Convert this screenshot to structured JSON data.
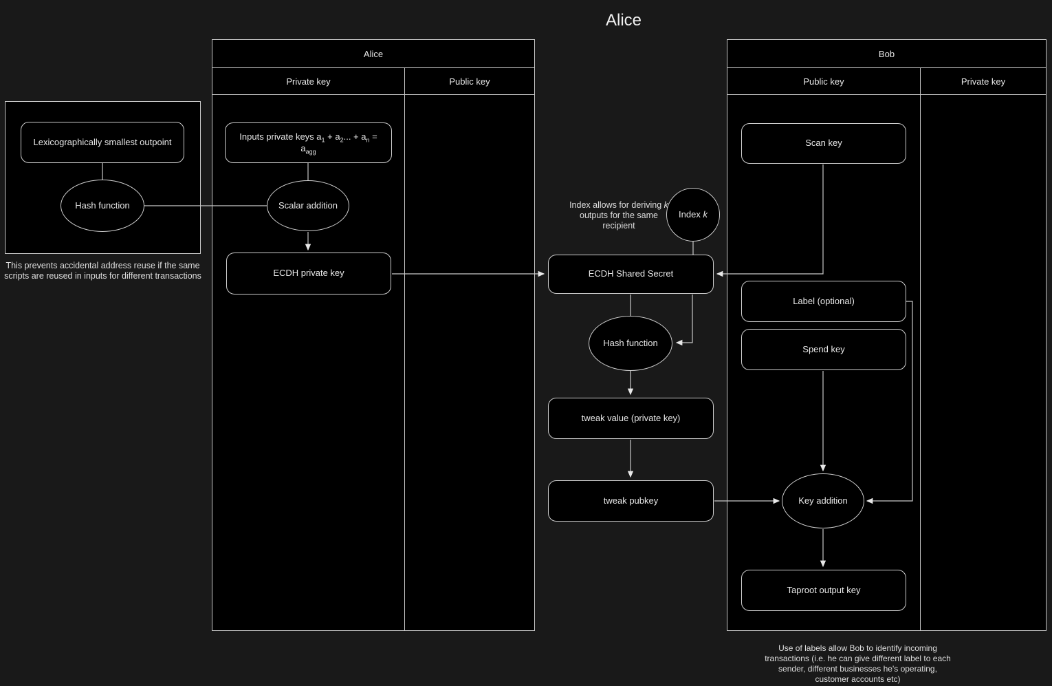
{
  "page": {
    "title": "Alice"
  },
  "colors": {
    "background": "#191919",
    "panel_fill": "#000000",
    "border": "#c9c9c9",
    "text": "#e8e8e8"
  },
  "left_panel": {
    "outpoint_label": "Lexicographically smallest outpoint",
    "hash_label": "Hash function",
    "caption_lines": [
      "This prevents accidental address reuse if the same",
      "scripts are reused in inputs for different transactions"
    ]
  },
  "alice": {
    "header": "Alice",
    "col_left": "Private key",
    "col_right": "Public key",
    "inputs_label": {
      "pre": "Inputs private keys a",
      "sub1": "1",
      "mid1": " + a",
      "sub2": "2",
      "mid2": "... + a",
      "sub3": "n",
      "mid3": " = a",
      "sub4": "agg"
    },
    "scalar_label": "Scalar addition",
    "ecdh_priv_label": "ECDH private key"
  },
  "middle": {
    "annotation": {
      "line1_pre": "Index allows for deriving ",
      "k": "k",
      "line2": "outputs for the same",
      "line3": "recipient"
    },
    "index_node": {
      "pre": "Index ",
      "k": "k"
    },
    "ecdh_secret_label": "ECDH Shared Secret",
    "hash_label": "Hash function",
    "tweak_value_label": "tweak value (private key)",
    "tweak_pubkey_label": "tweak pubkey"
  },
  "bob": {
    "header": "Bob",
    "col_left": "Public key",
    "col_right": "Private key",
    "scan_label": "Scan key",
    "label_label": "Label (optional)",
    "spend_label": "Spend key",
    "key_add_label": "Key addition",
    "taproot_label": "Taproot output key",
    "caption_lines": [
      "Use of labels allow Bob to identify incoming",
      "transactions (i.e. he can give different label to each",
      "sender, different businesses he's operating,",
      "customer accounts etc)"
    ]
  }
}
